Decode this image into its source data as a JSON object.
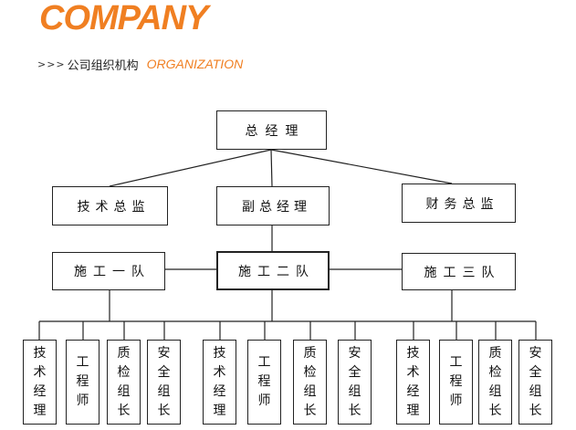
{
  "header": {
    "brand": "COMPANY",
    "arrows": ">>>",
    "title_cn": "公司组织机构",
    "title_en": "ORGANIZATION"
  },
  "colors": {
    "accent": "#f07f22",
    "line": "#222222"
  },
  "org": {
    "ceo": "总经理",
    "directors": {
      "tech": "技术总监",
      "deputy": "副总经理",
      "finance": "财务总监"
    },
    "teams": [
      "施工一队",
      "施工二队",
      "施工三队"
    ],
    "roles": [
      [
        "技",
        "术",
        "经",
        "理"
      ],
      [
        "工",
        "程",
        "师"
      ],
      [
        "质",
        "检",
        "组",
        "长"
      ],
      [
        "安",
        "全",
        "组",
        "长"
      ]
    ]
  }
}
